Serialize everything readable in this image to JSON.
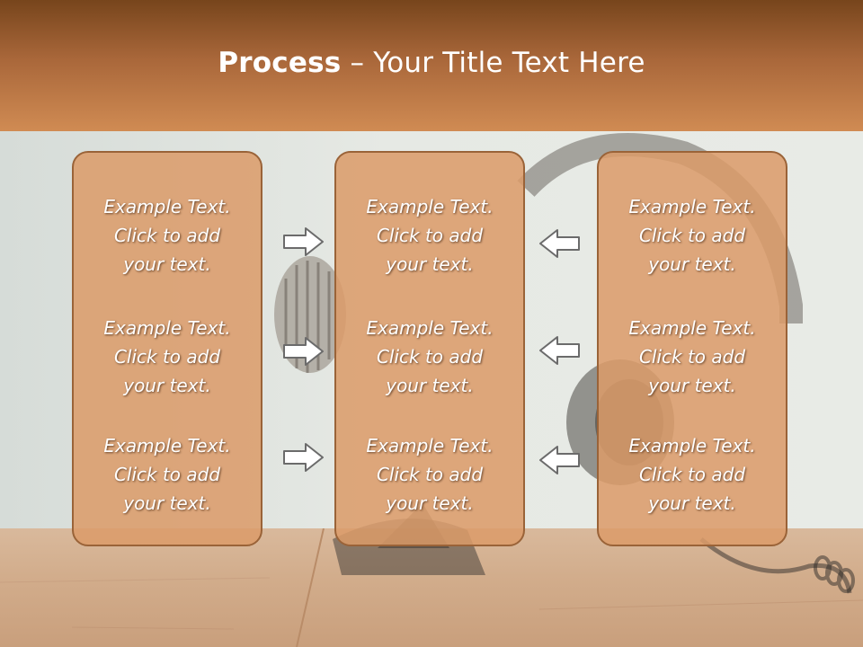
{
  "slide": {
    "title_bold": "Process",
    "title_rest": " – Your Title Text Here",
    "columns": [
      {
        "items": [
          {
            "line1": "Example Text.",
            "line2": "Click  to add",
            "line3": "your text."
          },
          {
            "line1": "Example Text.",
            "line2": "Click  to add",
            "line3": "your text."
          },
          {
            "line1": "Example Text.",
            "line2": "Click  to add",
            "line3": "your text."
          }
        ]
      },
      {
        "items": [
          {
            "line1": "Example Text.",
            "line2": "Click  to add",
            "line3": "your text."
          },
          {
            "line1": "Example Text.",
            "line2": "Click  to add",
            "line3": "your text."
          },
          {
            "line1": "Example Text.",
            "line2": "Click  to add",
            "line3": "your text."
          }
        ]
      },
      {
        "items": [
          {
            "line1": "Example Text.",
            "line2": "Click  to add",
            "line3": "your text."
          },
          {
            "line1": "Example Text.",
            "line2": "Click  to add",
            "line3": "your text."
          },
          {
            "line1": "Example Text.",
            "line2": "Click  to add",
            "line3": "your text."
          }
        ]
      }
    ],
    "arrows": {
      "left_group": [
        "arrow-right-icon",
        "arrow-right-icon",
        "arrow-right-icon"
      ],
      "right_group": [
        "arrow-left-icon",
        "arrow-left-icon",
        "arrow-left-icon"
      ]
    },
    "colors": {
      "header_top": "#77451c",
      "header_bottom": "#d08b53",
      "box_fill": "#db9b69",
      "box_border": "#9a6338",
      "text": "#ffffff"
    }
  }
}
